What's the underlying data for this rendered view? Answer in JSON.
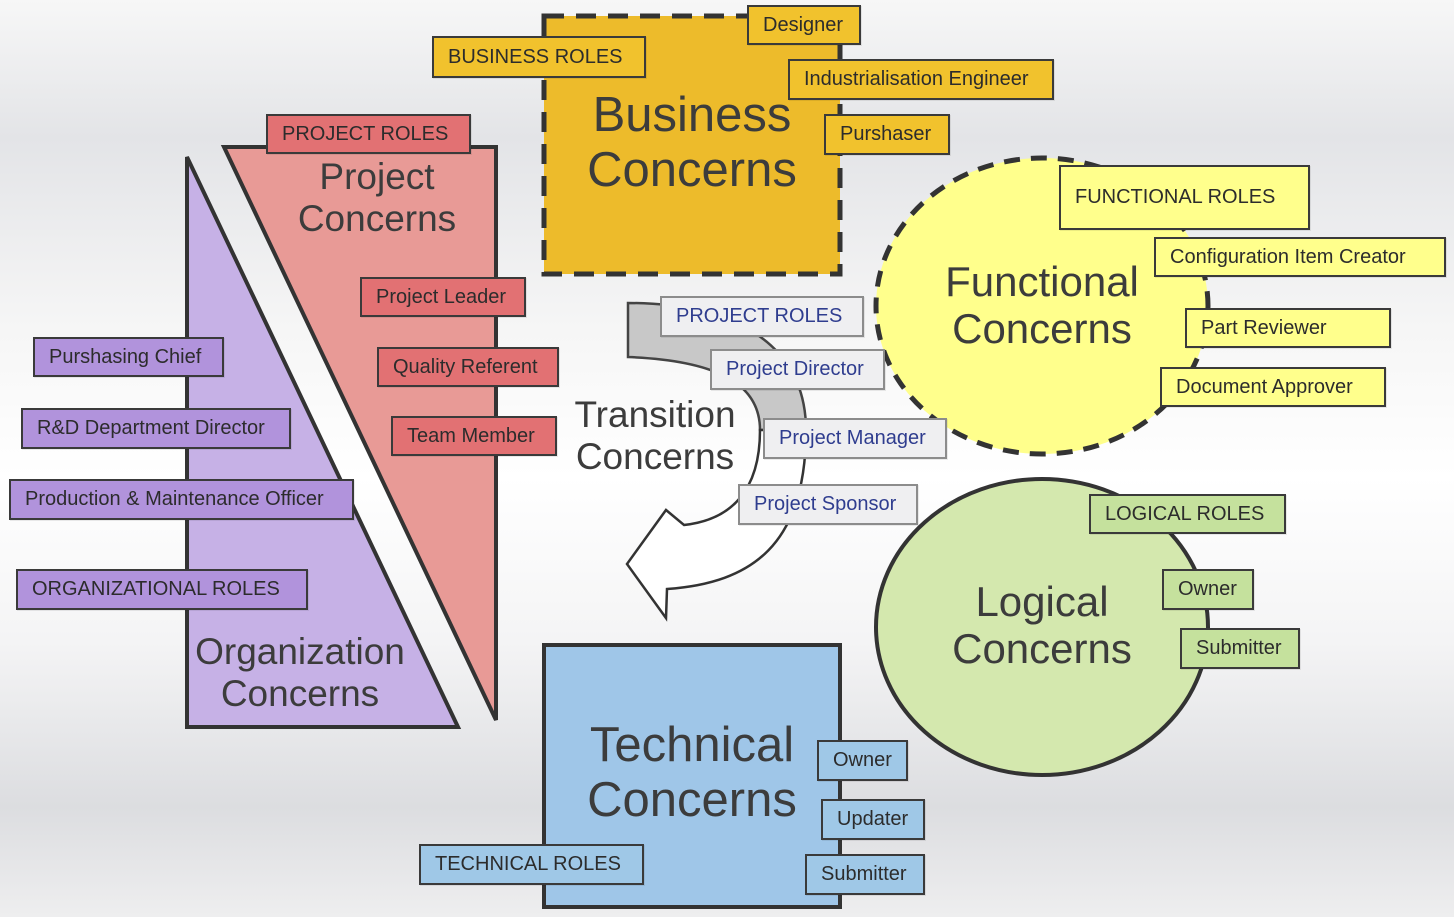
{
  "concerns": {
    "business": {
      "line1": "Business",
      "line2": "Concerns"
    },
    "project": {
      "line1": "Project",
      "line2": "Concerns"
    },
    "organization": {
      "line1": "Organization",
      "line2": "Concerns"
    },
    "transition": {
      "line1": "Transition",
      "line2": "Concerns"
    },
    "functional": {
      "line1": "Functional",
      "line2": "Concerns"
    },
    "logical": {
      "line1": "Logical",
      "line2": "Concerns"
    },
    "technical": {
      "line1": "Technical",
      "line2": "Concerns"
    }
  },
  "business_roles": {
    "title": "BUSINESS ROLES",
    "items": [
      "Designer",
      "Industrialisation Engineer",
      "Purshaser"
    ]
  },
  "project_roles": {
    "title": "PROJECT ROLES",
    "items": [
      "Project Leader",
      "Quality Referent",
      "Team Member"
    ]
  },
  "organizational_roles": {
    "title": "ORGANIZATIONAL ROLES",
    "items": [
      "Purshasing Chief",
      "R&D Department Director",
      "Production & Maintenance Officer"
    ]
  },
  "transition_roles": {
    "title": "PROJECT ROLES",
    "items": [
      "Project Director",
      "Project Manager",
      "Project Sponsor"
    ]
  },
  "functional_roles": {
    "title": "FUNCTIONAL ROLES",
    "items": [
      "Configuration Item Creator",
      "Part Reviewer",
      "Document Approver"
    ]
  },
  "logical_roles": {
    "title": "LOGICAL ROLES",
    "items": [
      "Owner",
      "Submitter"
    ]
  },
  "technical_roles": {
    "title": "TECHNICAL ROLES",
    "items": [
      "Owner",
      "Updater",
      "Submitter"
    ]
  },
  "colors": {
    "business": "#edbb2b",
    "project": "#e89a96",
    "organization": "#c6b1e6",
    "functional": "#ffff8c",
    "logical": "#d4e8ae",
    "technical": "#9fc6e8",
    "transition_arrow": "#c8c8c8"
  }
}
